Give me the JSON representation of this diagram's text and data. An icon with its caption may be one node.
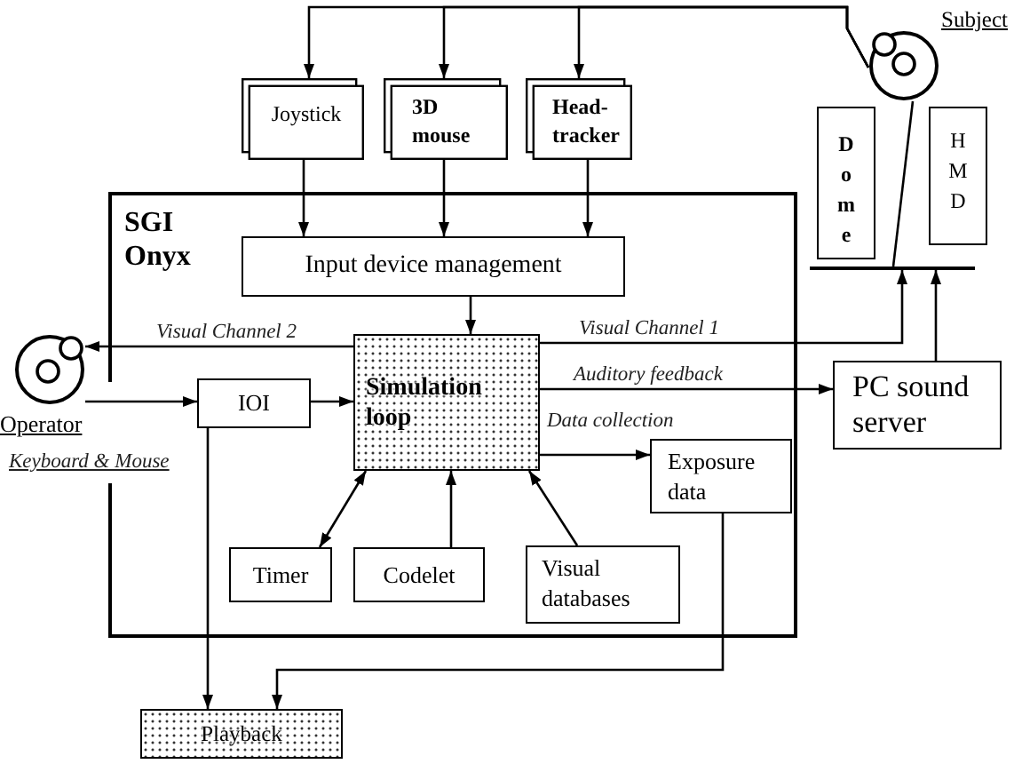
{
  "diagram": {
    "nodes": [
      {
        "text": [
          "Joystick"
        ]
      },
      {
        "text": [
          "3D mouse"
        ]
      },
      {
        "text": [
          "Head-tracker"
        ]
      },
      {
        "text": [],
        "shape": "person",
        "beside": [
          "Subject"
        ]
      },
      {
        "text": [
          "Dome"
        ]
      },
      {
        "text": [
          "HMD"
        ]
      },
      {
        "text": [],
        "shape": "bar"
      },
      {
        "text": [
          "SGI Onyx"
        ]
      },
      {
        "text": [
          "Input device management"
        ],
        "in": 7
      },
      {
        "text": [],
        "shape": "person",
        "beside": [
          "Operator"
        ]
      },
      {
        "text": [
          "Simulation loop"
        ],
        "in": 7
      },
      {
        "text": [
          "PC sound server"
        ]
      },
      {
        "text": [
          "IOI"
        ],
        "in": 7
      },
      {
        "text": [
          "Exposure data"
        ],
        "in": 7
      },
      {
        "text": [
          "Timer"
        ],
        "in": 7
      },
      {
        "text": [
          "Codelet"
        ],
        "in": 7
      },
      {
        "text": [
          "Visual databases"
        ],
        "in": 7
      },
      {
        "text": [
          "Playback"
        ]
      }
    ],
    "edges": [
      {
        "from": 3,
        "to": 0,
        "arrow": "to"
      },
      {
        "from": 3,
        "to": 1,
        "arrow": "to"
      },
      {
        "from": 3,
        "to": 2,
        "arrow": "to"
      },
      {
        "from": 0,
        "to": 8,
        "arrow": "to"
      },
      {
        "from": 1,
        "to": 8,
        "arrow": "to"
      },
      {
        "from": 2,
        "to": 8,
        "arrow": "to"
      },
      {
        "from": 3,
        "to": 6,
        "arrow": "none"
      },
      {
        "from": 8,
        "to": 10,
        "arrow": "to"
      },
      {
        "from": 10,
        "to": 9,
        "arrow": "to",
        "label": "Visual Channel 2"
      },
      {
        "from": 10,
        "to": 6,
        "arrow": "to",
        "label": "Visual Channel 1"
      },
      {
        "from": 10,
        "to": 11,
        "arrow": "to",
        "label": "Auditory feedback"
      },
      {
        "from": 11,
        "to": 6,
        "arrow": "to"
      },
      {
        "from": 9,
        "to": 12,
        "arrow": "to",
        "label": "Keyboard & Mouse"
      },
      {
        "from": 12,
        "to": 10,
        "arrow": "to"
      },
      {
        "from": 10,
        "to": 13,
        "arrow": "to",
        "label": "Data collection"
      },
      {
        "from": 10,
        "to": 14,
        "arrow": "both"
      },
      {
        "from": 15,
        "to": 10,
        "arrow": "to"
      },
      {
        "from": 16,
        "to": 10,
        "arrow": "to"
      },
      {
        "from": 12,
        "to": 17,
        "arrow": "to"
      },
      {
        "from": 13,
        "to": 17,
        "arrow": "to"
      }
    ]
  }
}
